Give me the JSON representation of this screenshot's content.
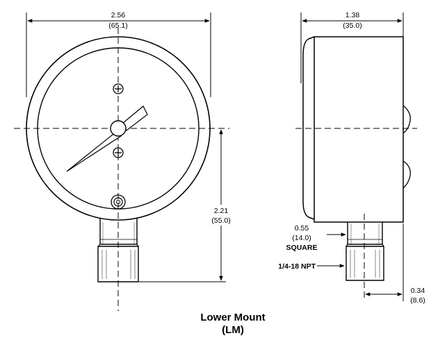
{
  "dimensions": {
    "front_width": {
      "inch": "2.56",
      "mm": "(65.1)"
    },
    "side_depth": {
      "inch": "1.38",
      "mm": "(35.0)"
    },
    "lower_height": {
      "inch": "2.21",
      "mm": "(55.0)"
    },
    "square_size": {
      "inch": "0.55",
      "mm": "(14.0)",
      "label": "SQUARE"
    },
    "thread": {
      "label": "1/4-18 NPT"
    },
    "stem_offset": {
      "inch": "0.34",
      "mm": "(8.6)"
    }
  },
  "caption": {
    "line1": "Lower Mount",
    "line2": "(LM)"
  }
}
